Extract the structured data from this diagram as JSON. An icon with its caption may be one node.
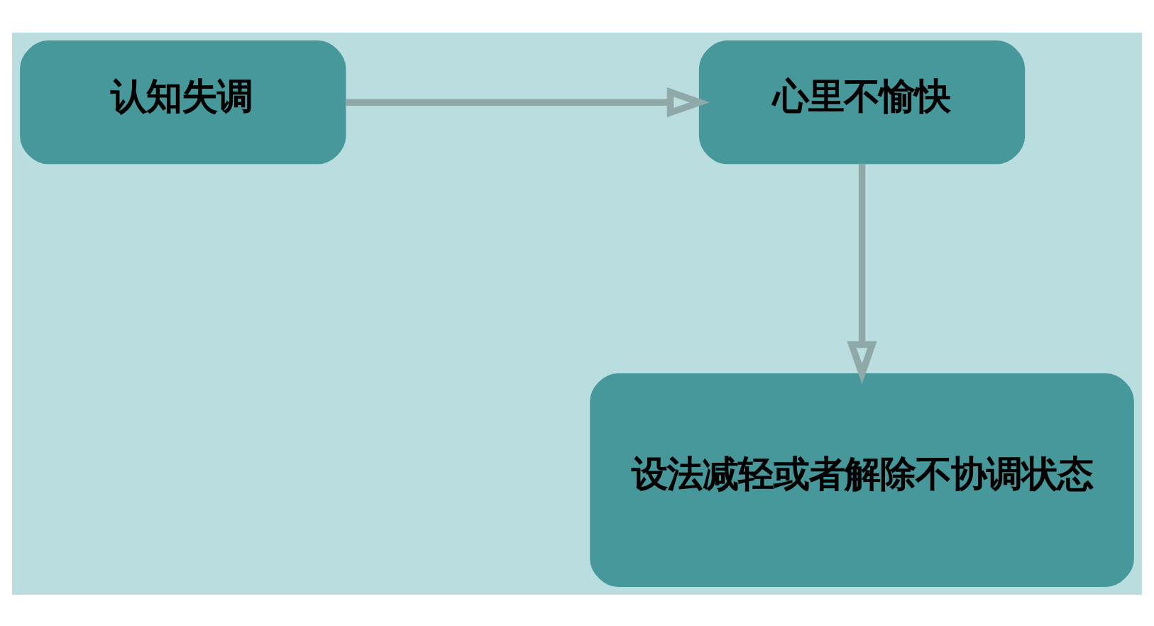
{
  "diagram": {
    "nodes": [
      {
        "text": [
          "认知失调"
        ]
      },
      {
        "text": [
          "心里不愉快"
        ]
      },
      {
        "text": [
          "设法减轻或者解除不协调状态"
        ]
      }
    ],
    "edges": [
      {
        "from": 0,
        "to": 1,
        "arrow": "to"
      },
      {
        "from": 1,
        "to": 2,
        "arrow": "to"
      }
    ]
  }
}
